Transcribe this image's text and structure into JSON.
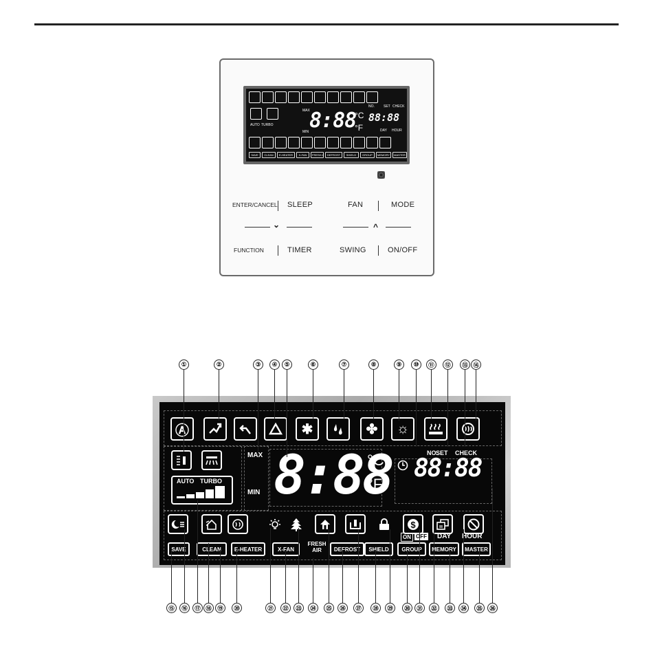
{
  "controller": {
    "buttons": {
      "enter_cancel": "ENTER/CANCEL",
      "sleep": "SLEEP",
      "fan": "FAN",
      "mode": "MODE",
      "function": "FUNCTION",
      "timer": "TIMER",
      "swing": "SWING",
      "on_off": "ON/OFF",
      "down_arrow": "⌄",
      "up_arrow": "^"
    },
    "display": {
      "max": "MAX",
      "min": "MIN",
      "digits": "8:88",
      "celsius": "°C",
      "fahrenheit": "°F",
      "no": "NO.",
      "set": "SET",
      "check": "CHECK",
      "clock": "88:88",
      "day": "DAY",
      "hour": "HOUR",
      "auto": "AUTO",
      "turbo": "TURBO",
      "labels": [
        "SAVE",
        "CLEAN",
        "E-HEATER",
        "X-FAN",
        "FRESH AIR",
        "DEFROST",
        "SHIELD",
        "GROUP",
        "MEMORY",
        "MASTER"
      ]
    }
  },
  "lcd": {
    "max": "MAX",
    "min": "MIN",
    "digits": "8:88",
    "celsius": "°C",
    "fahrenheit": "°F",
    "no": "NO.",
    "set": "SET",
    "check": "CHECK",
    "clock": "88:88",
    "on": "ON",
    "off": "OFF",
    "day": "DAY",
    "hour": "HOUR",
    "auto": "AUTO",
    "turbo": "TURBO",
    "labels": {
      "save": "SAVE",
      "clean": "CLEAN",
      "e_heater": "E-HEATER",
      "x_fan": "X-FAN",
      "fresh": "FRESH",
      "air": "AIR",
      "defrost": "DEFROST",
      "shield": "SHIELD",
      "group": "GROUP",
      "memory": "MEMORY",
      "master": "MASTER"
    },
    "top_icons": [
      "auto-mode-icon",
      "swing-up-down-icon",
      "swing-left-right-icon",
      "cool-triangle-icon",
      "snowflake-icon",
      "drop-icon",
      "fan-icon",
      "sun-icon",
      "heater-icon",
      "hot-air-icon"
    ],
    "glyphs": {
      "auto": "Ⓐ",
      "snow": "✱",
      "drop": "💧",
      "fan": "✤",
      "sun": "☼",
      "lock": "■",
      "money": "$",
      "ban": "⊘",
      "tree": "▲",
      "house": "⌂",
      "moon": "☾"
    }
  },
  "callouts": {
    "top": [
      "①",
      "②",
      "③",
      "④",
      "⑤",
      "⑥",
      "⑦",
      "⑧",
      "⑨",
      "⑩",
      "⑪",
      "⑫",
      "⑬",
      "⑭"
    ],
    "bottom": [
      "⑮",
      "⑯",
      "⑰",
      "⑱",
      "⑲",
      "⑳",
      "㉑",
      "㉒",
      "㉓",
      "㉔",
      "㉕",
      "㉖",
      "㉗",
      "㉘",
      "㉙",
      "㉚",
      "㉛",
      "㉜",
      "㉝",
      "㉞",
      "㉟",
      "㊱"
    ]
  }
}
